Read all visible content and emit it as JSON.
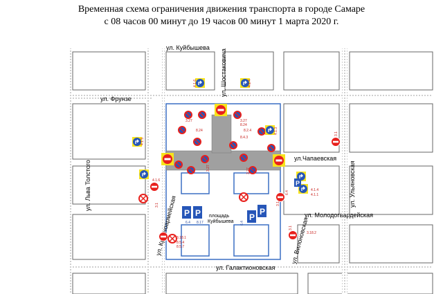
{
  "title_line1": "Временная схема ограничения движения транспорта в городе Самаре",
  "title_line2": "с 08 часов 00 минут до 19 часов 00 минут 1 марта 2020 г.",
  "streets": {
    "kuibysheva": "ул. Куйбышева",
    "shostakovicha": "ул. Шостаковича",
    "frunze": "ул. Фрунзе",
    "chapaevskaya": "ул.Чапаевская",
    "lva_tolstogo": "ул. Льва Толстого",
    "krasnoarmeiskaya": "ул. Красноармейская",
    "ulyanovskaya": "ул. Ульяновская",
    "molodogvardeiskaya": "ул. Молодогвардейская",
    "vilonovskaya": "ул. Вилоновская",
    "galaktionovskaya": "ул. Галактионовская"
  },
  "square": {
    "line1": "площадь",
    "line2": "Куйбышева"
  },
  "sign_codes": {
    "s1": "4.1.6",
    "s2": "4.1.4",
    "s3": "4.1.5",
    "s4": "4.1.3",
    "s5": "4.1.4",
    "s6": "4.1.6",
    "s7": "3.1",
    "s8": "3.1",
    "s9": "3.1",
    "s10": "3.1",
    "s11": "3.18.1",
    "s12": "3.18.2",
    "s13": "8.5.4",
    "s14": "8.5.7",
    "s15": "3.27",
    "s16": "3.27",
    "s17": "8.24",
    "s18": "8.24",
    "s19": "3.27",
    "s20": "3.27",
    "s21": "8.2.4",
    "s22": "8.4.3",
    "s23": "4.1.1",
    "s24": "6.4",
    "p1": "6.4",
    "p2": "8.17",
    "p3": "6.4"
  },
  "map_colors": {
    "road": "#ffffff",
    "block_outline": "#3a6fc4",
    "closed_zone": "#a0a0a0",
    "stop_red": "#e8201c",
    "sign_blue": "#2656b8",
    "sign_text_red": "#c8201c",
    "label_blue": "#3050a0",
    "highlight_yellow": "#f7e31c"
  }
}
